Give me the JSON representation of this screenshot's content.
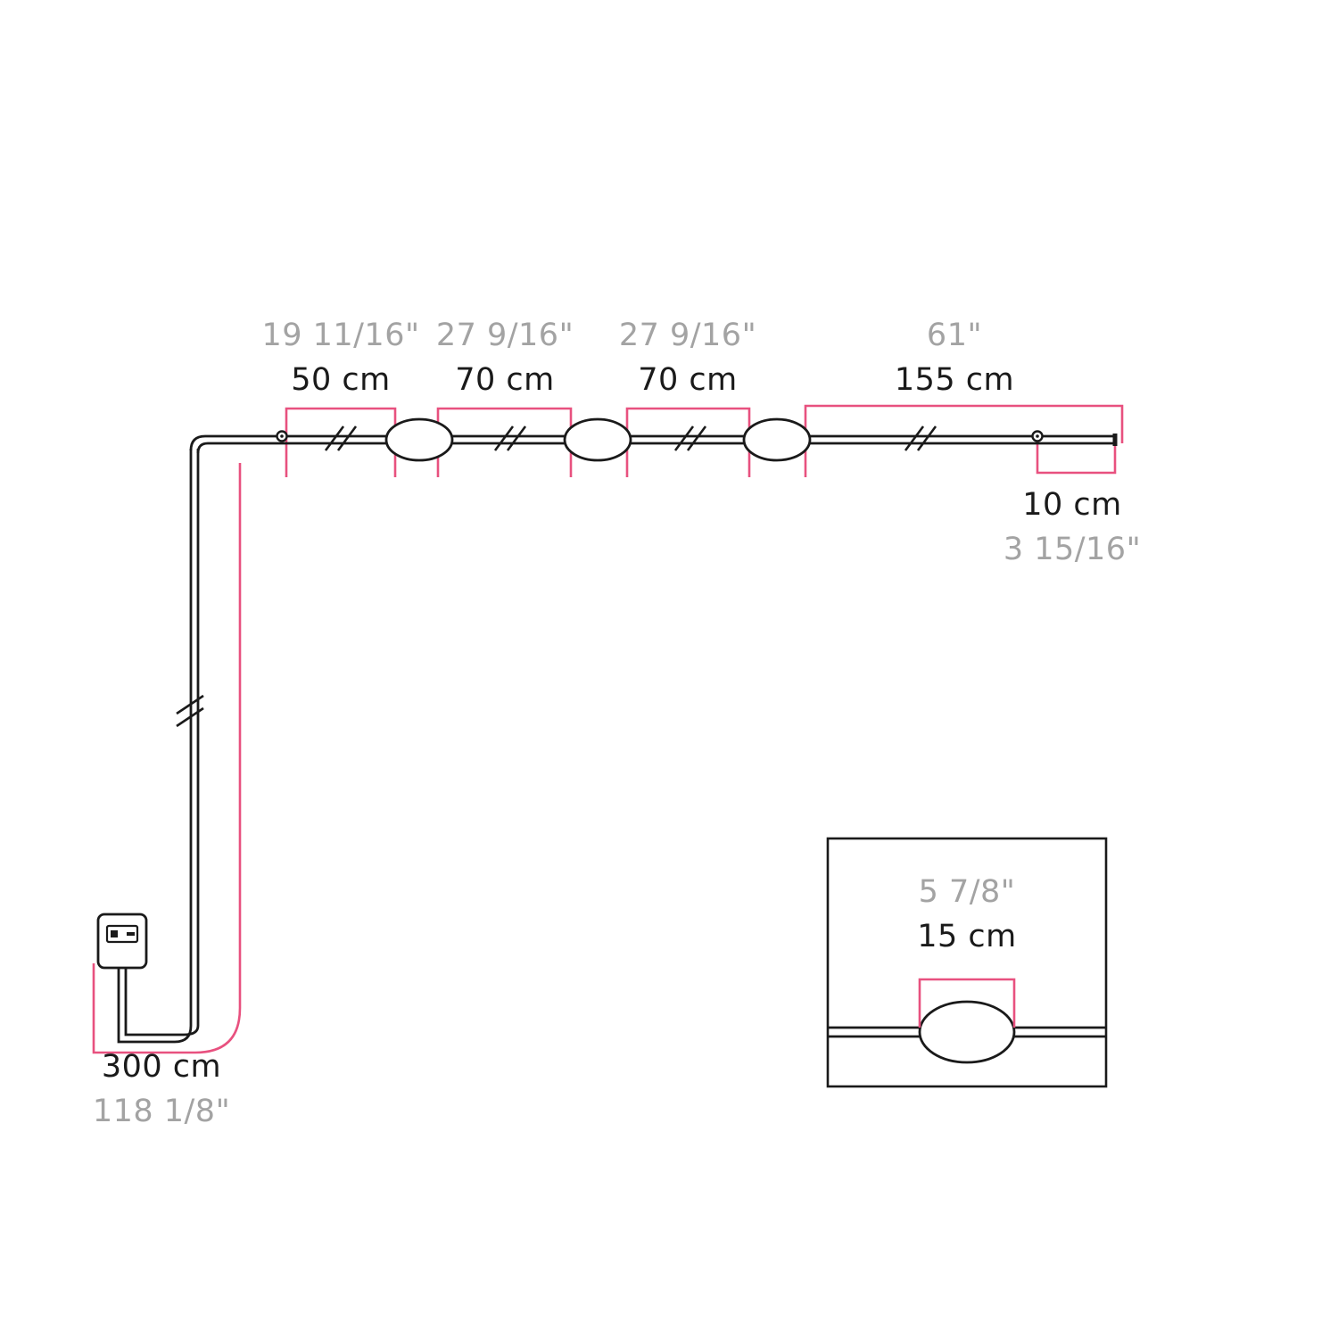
{
  "diagram": {
    "title": "LED string light cable dimension drawing",
    "colors": {
      "cable_stroke": "#1a1a1a",
      "dimension_line": "#e8517f",
      "label_cm": "#1a1a1a",
      "label_inch": "#a3a3a3",
      "background": "#ffffff"
    },
    "segments": [
      {
        "id": "seg-1",
        "cm_label": "50 cm",
        "inch_label": "19 11/16\""
      },
      {
        "id": "seg-2",
        "cm_label": "70 cm",
        "inch_label": "27 9/16\""
      },
      {
        "id": "seg-3",
        "cm_label": "70 cm",
        "inch_label": "27 9/16\""
      },
      {
        "id": "seg-4",
        "cm_label": "155 cm",
        "inch_label": "61\""
      },
      {
        "id": "seg-tail",
        "cm_label": "10 cm",
        "inch_label": "3 15/16\""
      },
      {
        "id": "seg-power-cord",
        "cm_label": "300 cm",
        "inch_label": "118 1/8\""
      }
    ],
    "detail_inset": {
      "id": "detail-bulb",
      "cm_label": "15 cm",
      "inch_label": "5 7/8\""
    },
    "icons": {
      "plug": "power-plug-icon",
      "bulb": "light-bulb-icon",
      "break": "cable-break-marker-icon",
      "connector": "cable-connector-node-icon"
    }
  }
}
